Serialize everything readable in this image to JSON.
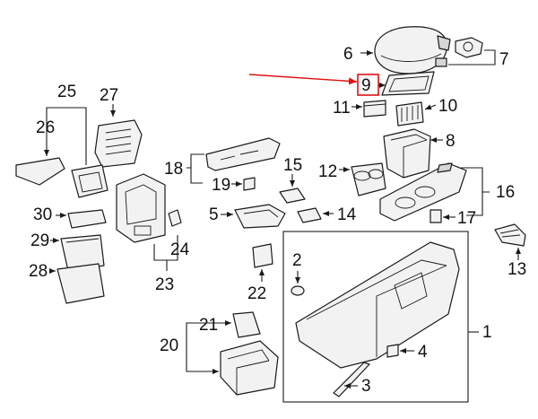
{
  "diagram": {
    "highlight_color": "#e01010",
    "highlighted_part": "9",
    "callouts": {
      "p1": "1",
      "p2": "2",
      "p3": "3",
      "p4": "4",
      "p5": "5",
      "p6": "6",
      "p7": "7",
      "p8": "8",
      "p9": "9",
      "p10": "10",
      "p11": "11",
      "p12": "12",
      "p13": "13",
      "p14": "14",
      "p15": "15",
      "p16": "16",
      "p17": "17",
      "p18": "18",
      "p19": "19",
      "p20": "20",
      "p21": "21",
      "p22": "22",
      "p23": "23",
      "p24": "24",
      "p25": "25",
      "p26": "26",
      "p27": "27",
      "p28": "28",
      "p29": "29",
      "p30": "30"
    }
  }
}
